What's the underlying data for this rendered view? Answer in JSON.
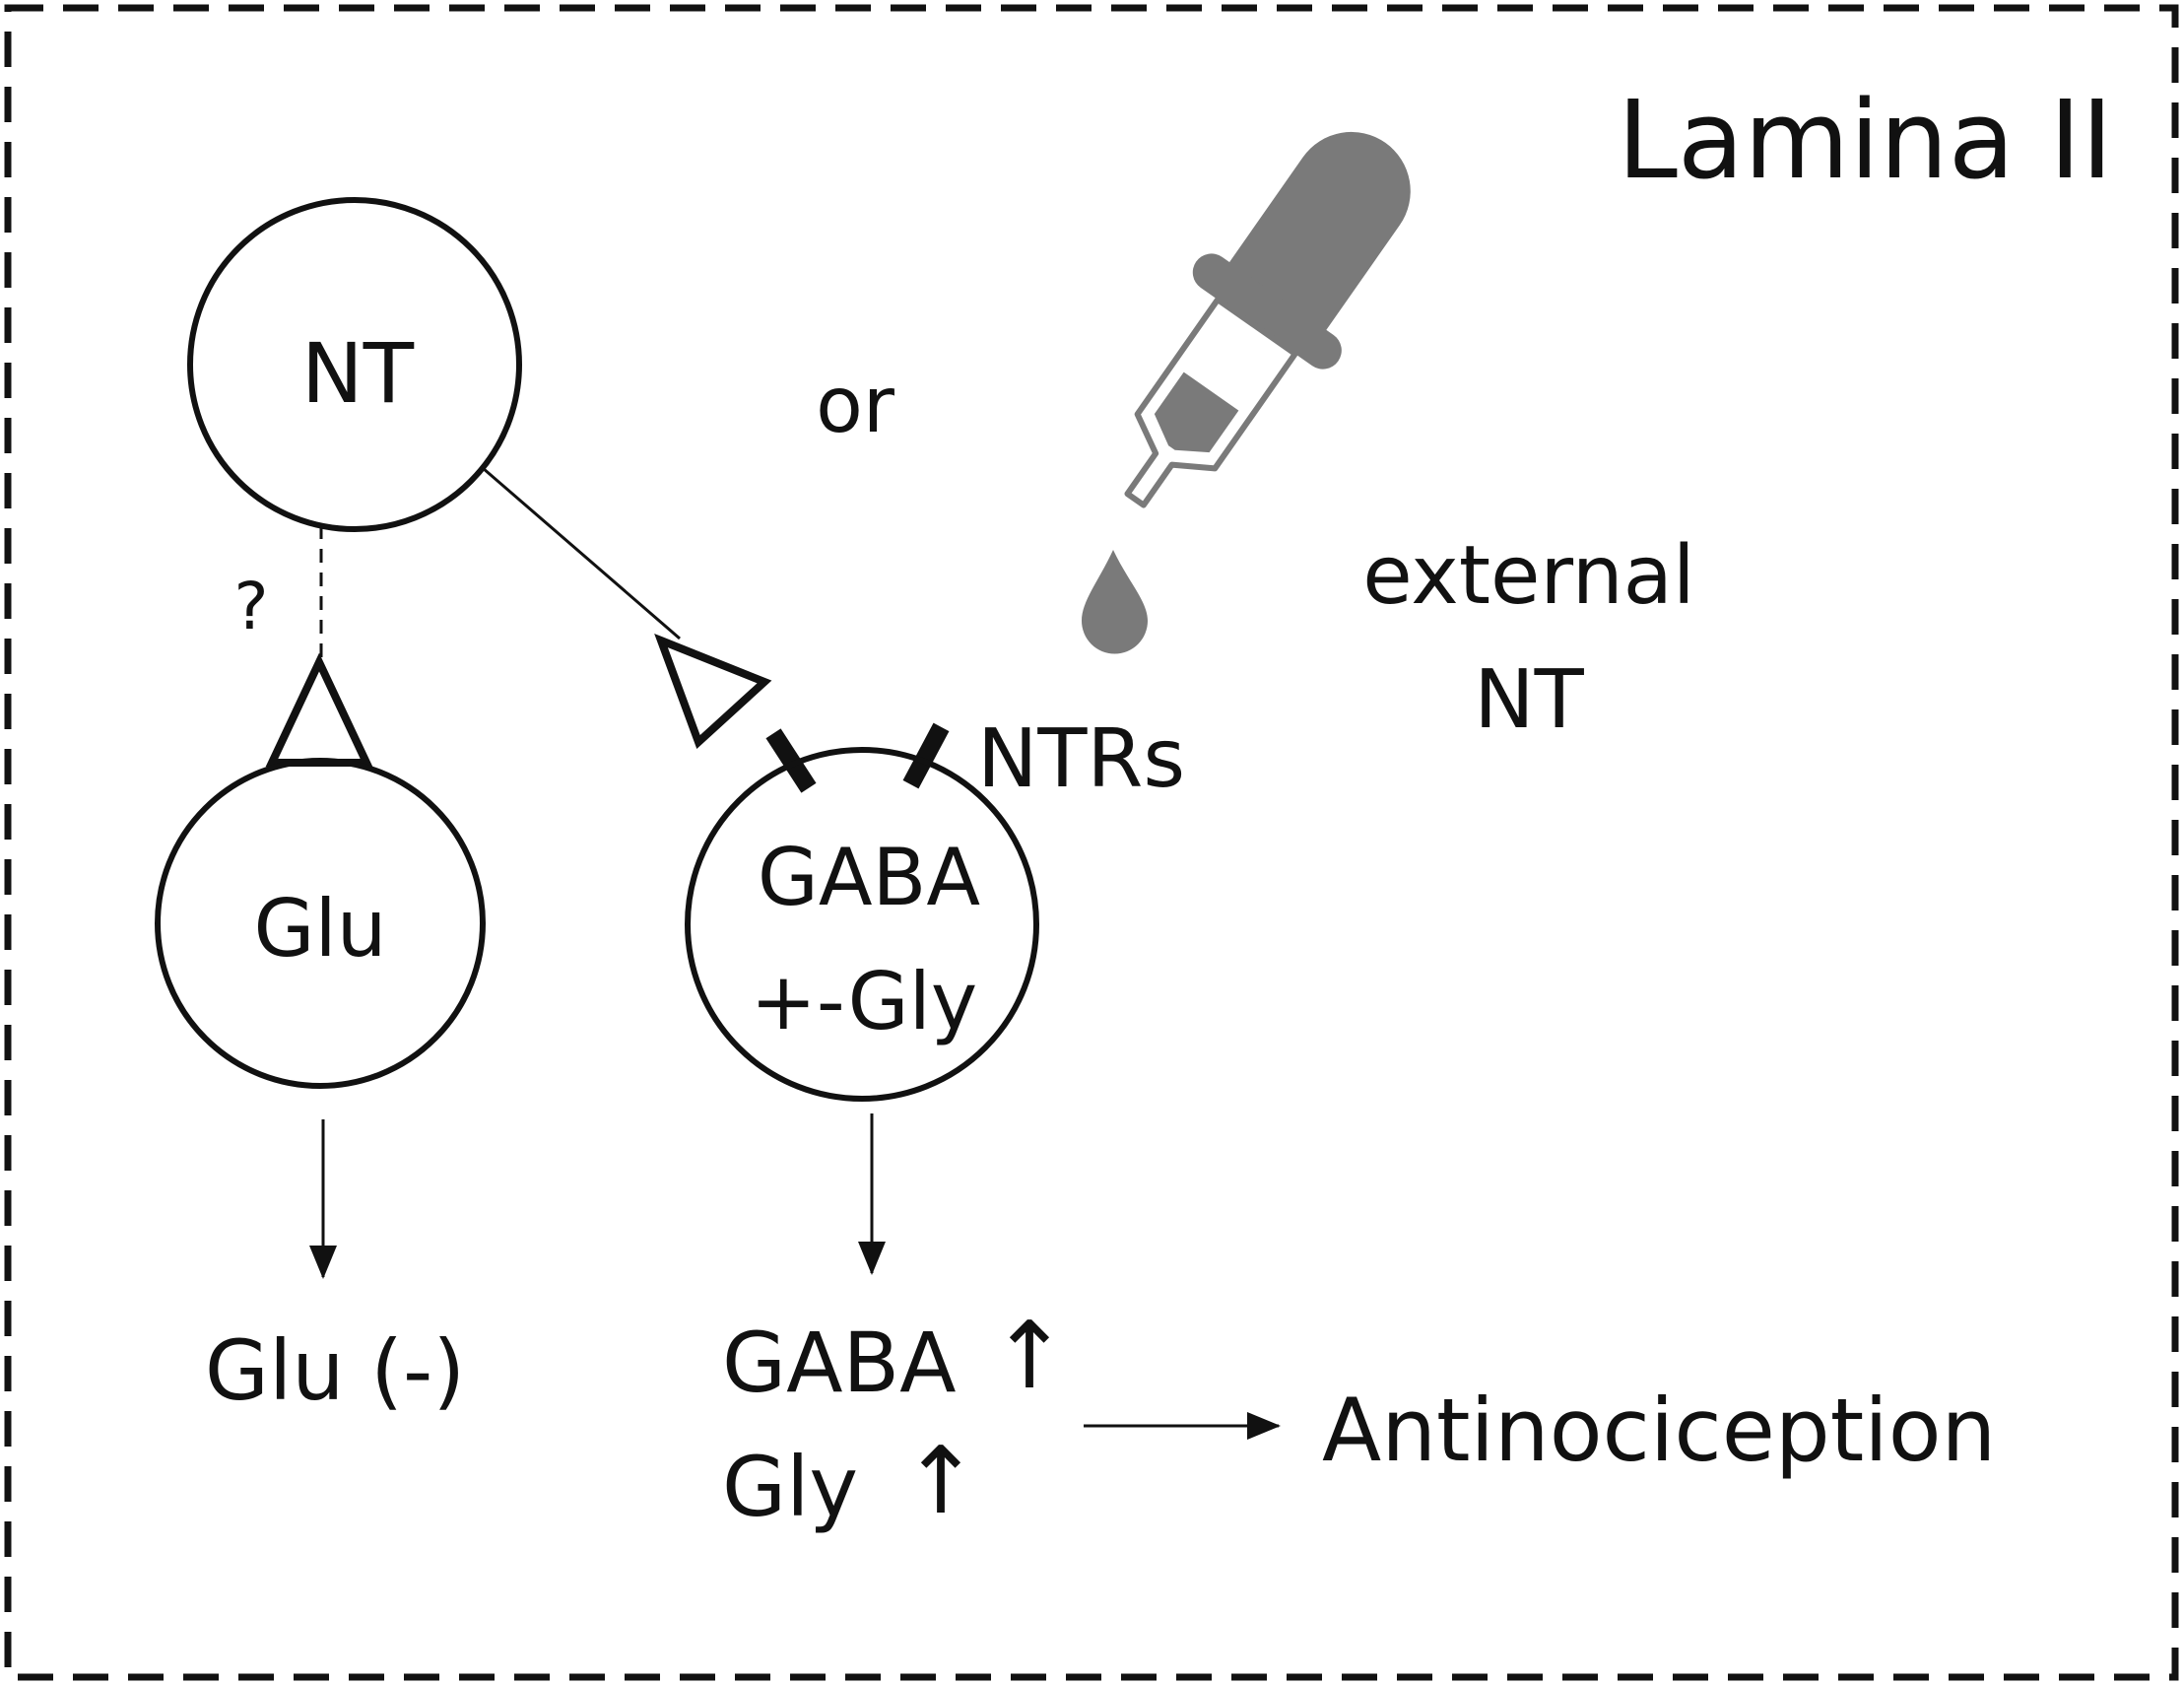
{
  "region_label": "Lamina II",
  "nodes": {
    "nt": {
      "label": "NT"
    },
    "glu": {
      "label": "Glu"
    },
    "gaba": {
      "label_line1": "GABA",
      "label_line2": "+-Gly"
    }
  },
  "connector_labels": {
    "unknown": "?",
    "or": "or",
    "receptors": "NTRs"
  },
  "external": {
    "line1": "external",
    "line2": "NT",
    "icon": "dropper-icon"
  },
  "outputs": {
    "glu": "Glu (-)",
    "gaba": "GABA",
    "gly": "Gly",
    "increase_symbol": "↑",
    "result": "Antinociception"
  },
  "colors": {
    "line": "#111111",
    "dropper": "#7a7a7a",
    "background": "#ffffff"
  }
}
